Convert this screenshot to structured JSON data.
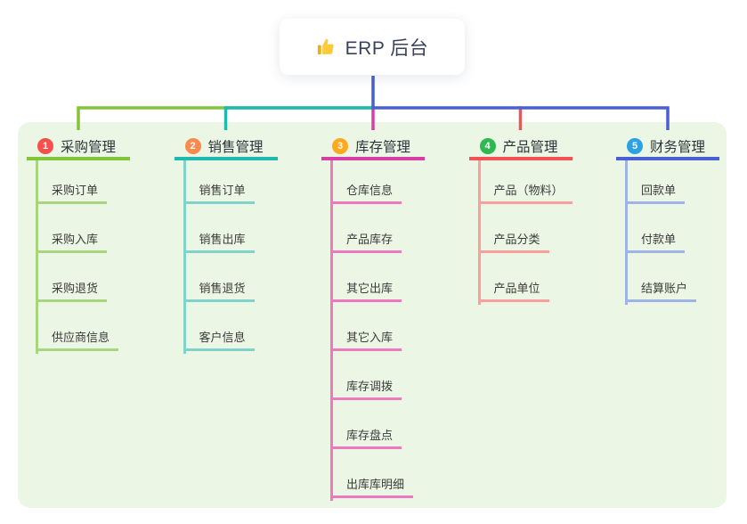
{
  "root": {
    "title": "ERP 后台",
    "icon": "thumbs-up-icon"
  },
  "canvas": {
    "background": "#FFFFFF",
    "panel_background": "#EBF6E4",
    "stem_color": "#4A5FD1",
    "text_color": "#333333"
  },
  "branches": [
    {
      "number": "1",
      "label": "采购管理",
      "badge_color": "#F5504D",
      "line_color": "#84C43B",
      "child_line_color": "#A9D57E",
      "children": [
        "采购订单",
        "采购入库",
        "采购退货",
        "供应商信息"
      ]
    },
    {
      "number": "2",
      "label": "销售管理",
      "badge_color": "#FB8A4C",
      "line_color": "#1FB9AE",
      "child_line_color": "#7FD3CB",
      "children": [
        "销售订单",
        "销售出库",
        "销售退货",
        "客户信息"
      ]
    },
    {
      "number": "3",
      "label": "库存管理",
      "badge_color": "#FFA91F",
      "line_color": "#D83FA5",
      "child_line_color": "#EE79BE",
      "children": [
        "仓库信息",
        "产品库存",
        "其它出库",
        "其它入库",
        "库存调拨",
        "库存盘点",
        "出库库明细"
      ]
    },
    {
      "number": "4",
      "label": "产品管理",
      "badge_color": "#2FB750",
      "line_color": "#F25352",
      "child_line_color": "#F8A09D",
      "children": [
        "产品（物料）",
        "产品分类",
        "产品单位"
      ]
    },
    {
      "number": "5",
      "label": "财务管理",
      "badge_color": "#2AA2E5",
      "line_color": "#4A5FD1",
      "child_line_color": "#9FB3E8",
      "children": [
        "回款单",
        "付款单",
        "结算账户"
      ]
    }
  ]
}
